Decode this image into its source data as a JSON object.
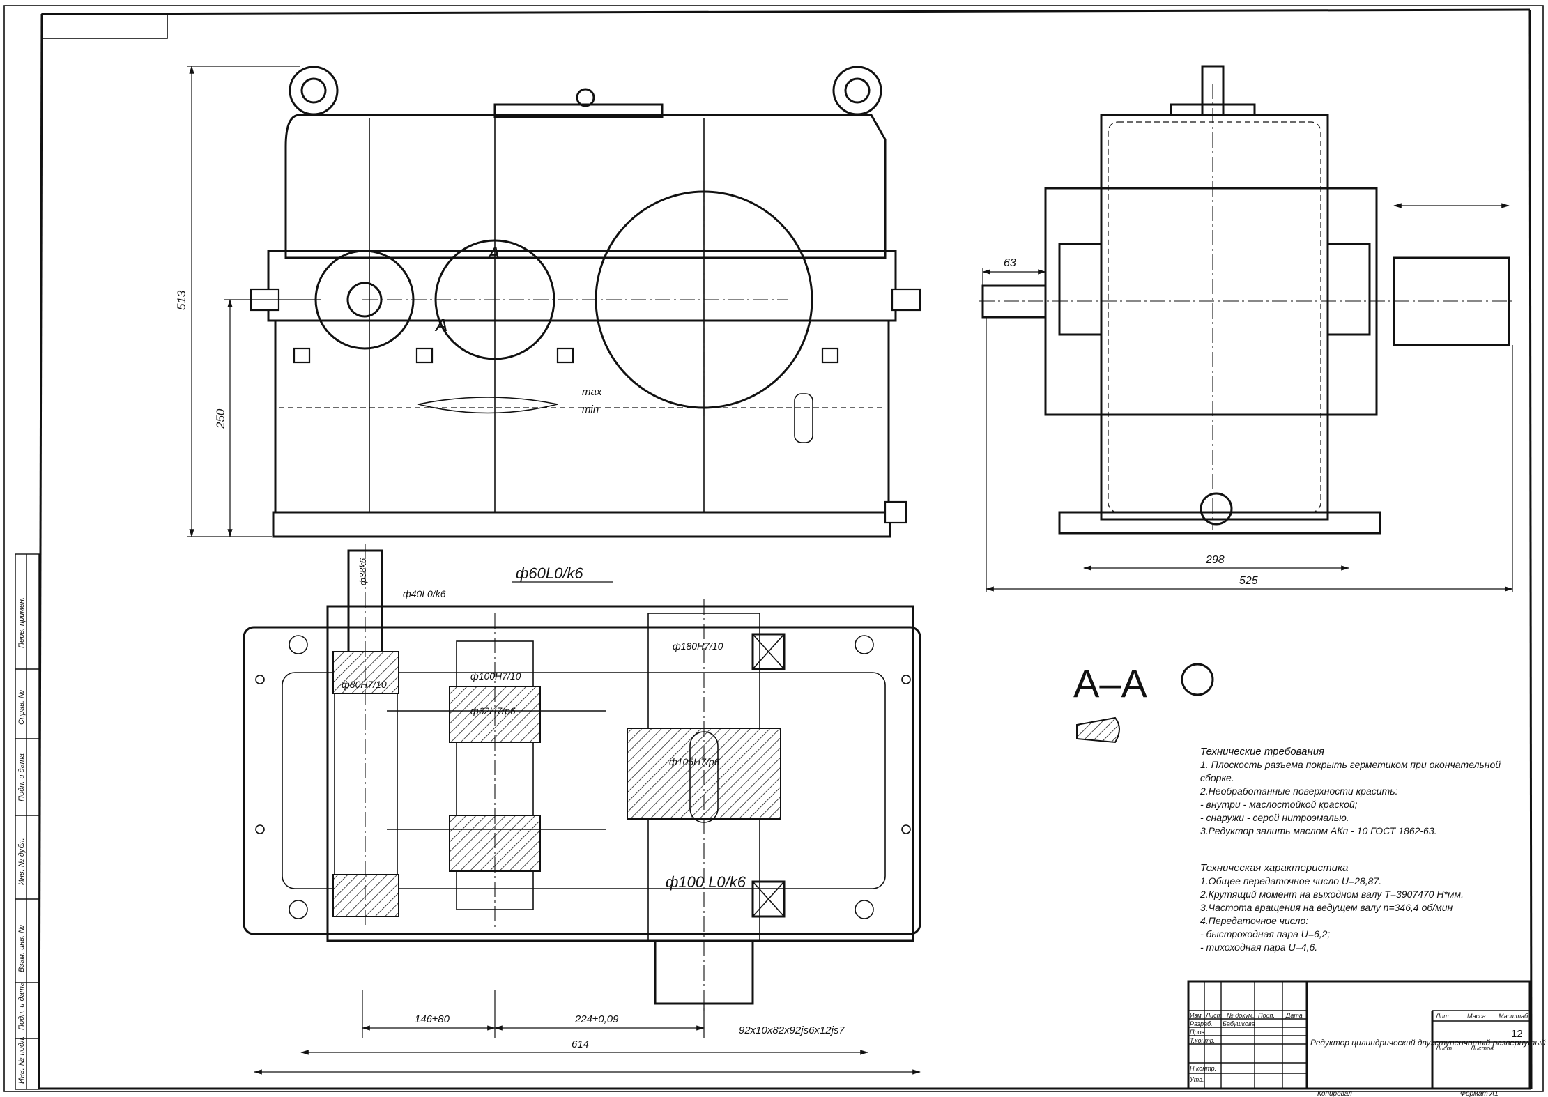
{
  "dimensions": {
    "front_height_total": "513",
    "front_height_axis": "250",
    "side_shaft_ext": "63",
    "side_width_feet": "298",
    "side_width_total": "525",
    "plan_length_total": "614",
    "plan_dist_1": "146±80",
    "plan_dist_2": "224±0,09"
  },
  "fits": {
    "fit_38k6": "ф38k6",
    "fit_40L0k6": "ф40L0/k6",
    "fit_60L0k6": "ф60L0/k6",
    "fit_80H7": "ф80H7/10",
    "fit_100H7": "ф100H7/10",
    "fit_62H7p6": "ф62H7/p6",
    "fit_180H7": "ф180H7/10",
    "fit_105H7p6": "ф105H7/p6",
    "fit_100L0k6": "ф100 L0/k6",
    "spline": "92x10x82x92js6x12js7"
  },
  "labels": {
    "oil_max": "max",
    "oil_min": "min",
    "section_letter": "A",
    "section_title": "А–А"
  },
  "requirements": {
    "heading": "Технические требования",
    "lines": [
      "1. Плоскость разъема покрыть герметиком при окончательной",
      "сборке.",
      "2.Необработанные поверхности красить:",
      "- внутри - маслостойкой краской;",
      "- снаружи - серой нитроэмалью.",
      "3.Редуктор залить маслом АКп - 10 ГОСТ 1862-63."
    ]
  },
  "specs": {
    "heading": "Техническая характеристика",
    "lines": [
      "1.Общее передаточное число U=28,87.",
      "2.Крутящий момент на выходном валу T=3907470 H*мм.",
      "3.Частота вращения на ведущем валу n=346,4 об/мин",
      "4.Передаточное число:",
      "- быстроходная пара U=6,2;",
      "- тихоходная пара U=4,6."
    ]
  },
  "title_block": {
    "name": "Редуктор цилиндрический двухступенчатый развернутый",
    "sheet_number": "12",
    "row_labels": [
      "Изм.",
      "Разраб.",
      "Пров.",
      "Т.контр.",
      "Н.контр.",
      "Утв."
    ],
    "developer": "Бабушкова",
    "col_heads": [
      "Лист",
      "№ докум.",
      "Подп.",
      "Дата"
    ],
    "lit_heads": [
      "Лит.",
      "Масса",
      "Масштаб"
    ],
    "sheet_label": "Лист",
    "sheets_label": "Листов",
    "copied": "Копировал",
    "format": "Формат А1"
  },
  "side_stamps": [
    "Перв. примен.",
    "Справ. №",
    "Подп. и дата",
    "Инв. № дубл.",
    "Взам. инв. №",
    "Подп. и дата",
    "Инв. № подл."
  ]
}
